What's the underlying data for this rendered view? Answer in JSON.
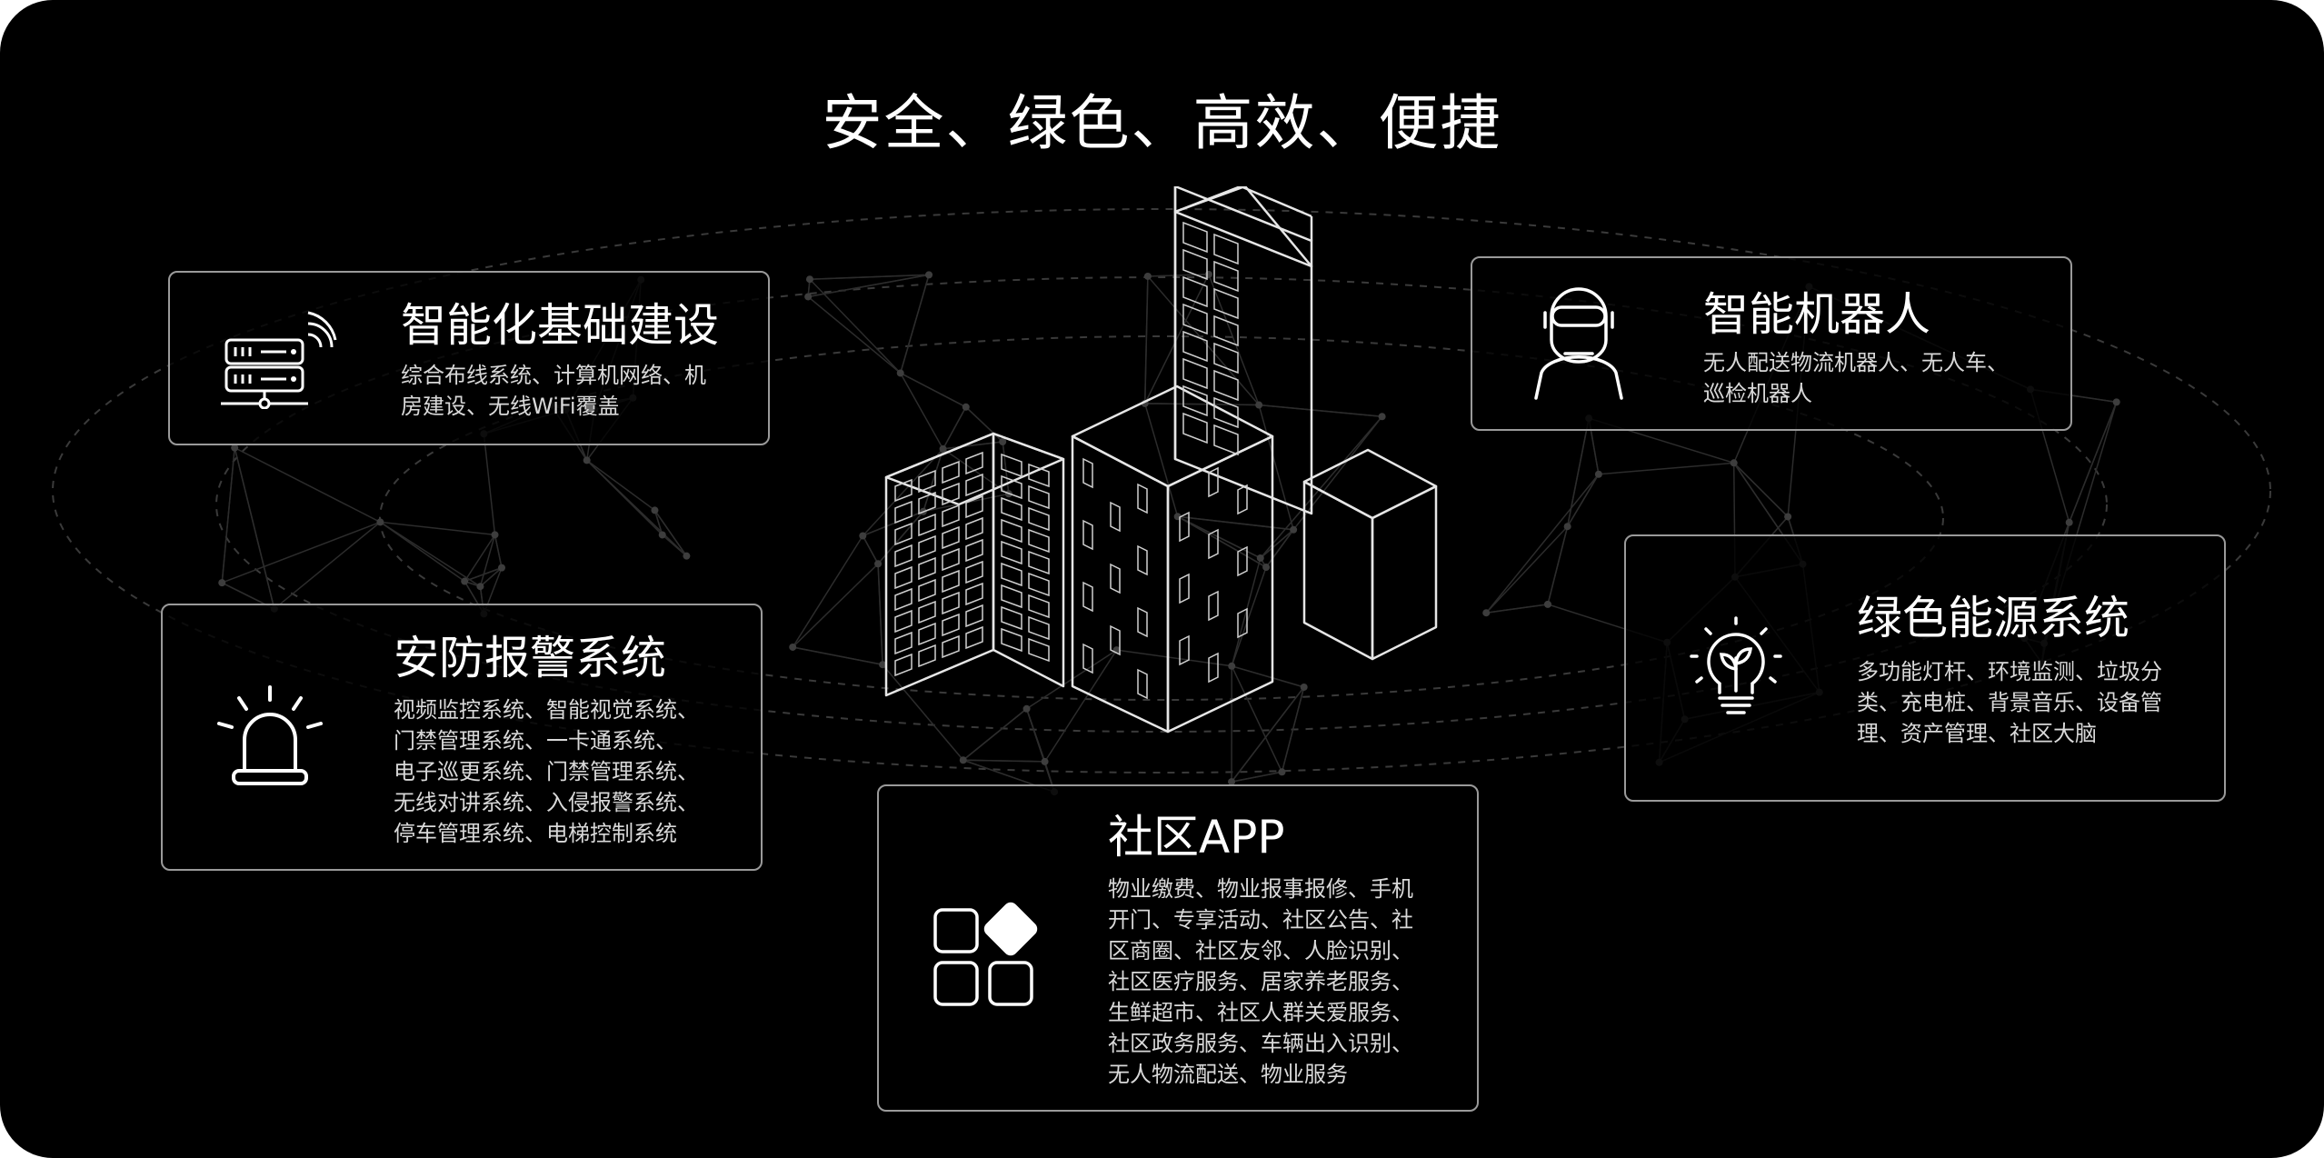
{
  "title": "安全、绿色、高效、便捷",
  "colors": {
    "background": "#000000",
    "line": "#ffffff",
    "card_border": "#9a9a9a",
    "text": "#ffffff",
    "desc": "#d9d9d9"
  },
  "cards": {
    "infrastructure": {
      "title": "智能化基础建设",
      "desc": [
        "综合布线系统、计算机网络、机",
        "房建设、无线WiFi覆盖"
      ],
      "icon": "server-wifi-icon"
    },
    "security": {
      "title": "安防报警系统",
      "desc": [
        "视频监控系统、智能视觉系统、",
        "门禁管理系统、一卡通系统、",
        "电子巡更系统、门禁管理系统、",
        "无线对讲系统、入侵报警系统、",
        "停车管理系统、电梯控制系统"
      ],
      "icon": "alarm-light-icon"
    },
    "robot": {
      "title": "智能机器人",
      "desc": [
        "无人配送物流机器人、无人车、",
        "巡检机器人"
      ],
      "icon": "robot-icon"
    },
    "energy": {
      "title": "绿色能源系统",
      "desc": [
        "多功能灯杆、环境监测、垃圾分",
        "类、充电桩、背景音乐、设备管",
        "理、资产管理、社区大脑"
      ],
      "icon": "lightbulb-leaf-icon"
    },
    "app": {
      "title": "社区APP",
      "desc": [
        "物业缴费、物业报事报修、手机",
        "开门、专享活动、社区公告、社",
        "区商圈、社区友邻、人脸识别、",
        "社区医疗服务、居家养老服务、",
        "生鲜超市、社区人群关爱服务、",
        "社区政务服务、车辆出入识别、",
        "无人物流配送、物业服务"
      ],
      "icon": "app-grid-icon"
    }
  }
}
